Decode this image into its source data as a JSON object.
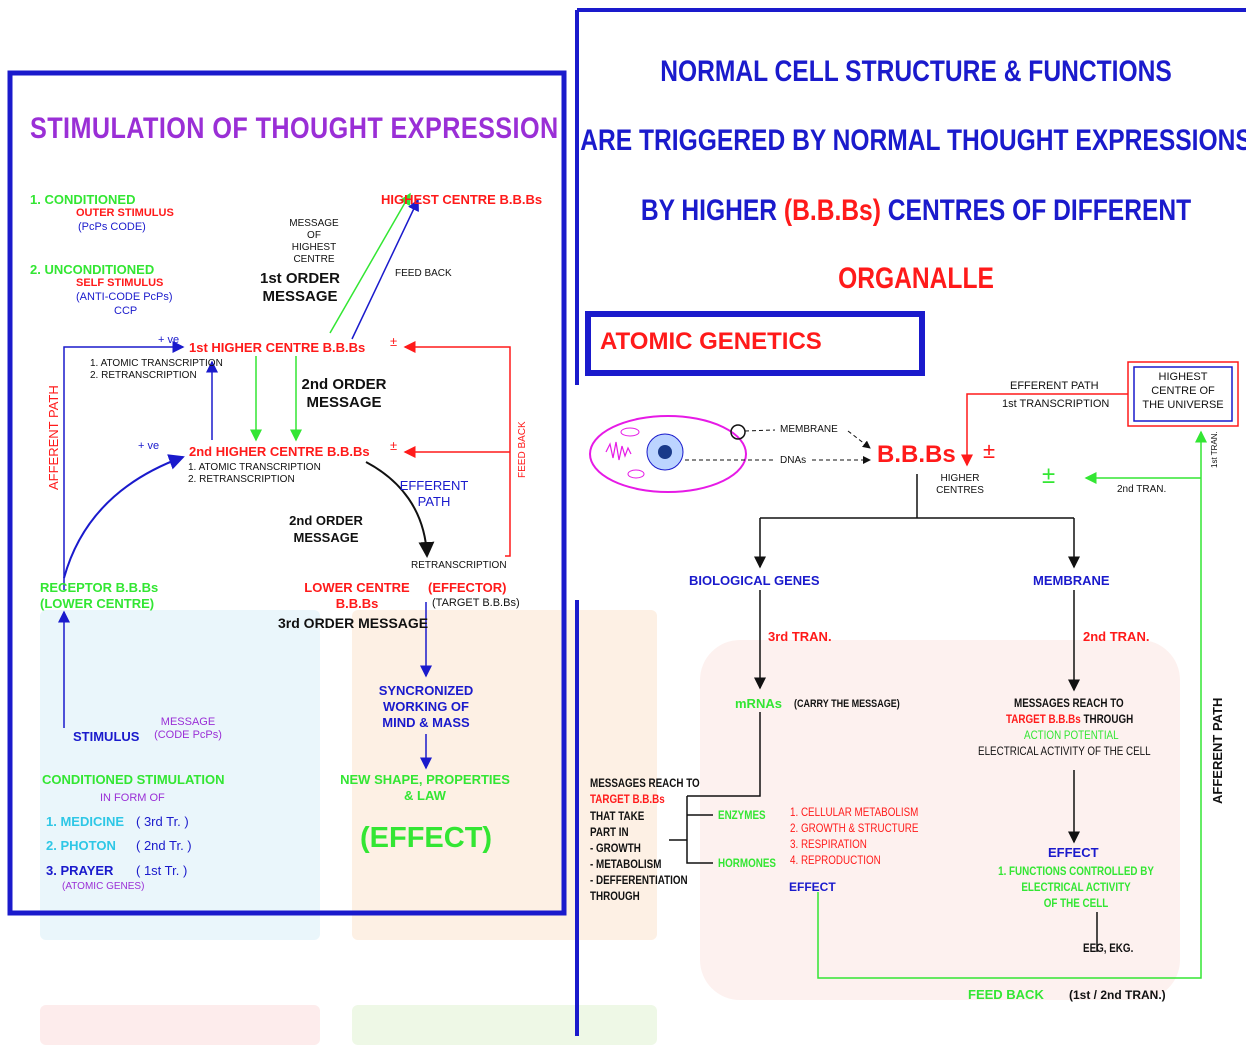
{
  "left_panel": {
    "title": "STIMULATION OF THOUGHT EXPRESSION",
    "conditioned": "1. CONDITIONED",
    "outer_stimulus": "OUTER STIMULUS",
    "pcps_code": "(PcPs CODE)",
    "unconditioned": "2. UNCONDITIONED",
    "self_stimulus": "SELF STIMULUS",
    "anti_code": "(ANTI-CODE PcPs)",
    "ccp": "CCP",
    "highest_centre": "HIGHEST CENTRE B.B.Bs",
    "message_of_highest_centre": [
      "MESSAGE OF",
      "HIGHEST",
      "CENTRE"
    ],
    "first_order_message": [
      "1st ORDER",
      "MESSAGE"
    ],
    "feed_back_top": "FEED BACK",
    "plus_ve_1": "+ ve",
    "first_higher_centre": "1st HIGHER CENTRE B.B.Bs",
    "plus_minus_1": "±",
    "atomic_transcription_1": "1. ATOMIC TRANSCRIPTION",
    "retranscription_1": "2. RETRANSCRIPTION",
    "second_order_message_a": [
      "2nd ORDER",
      "MESSAGE"
    ],
    "afferent_path": "AFFERENT PATH",
    "feed_back_side": "FEED BACK",
    "plus_ve_2": "+ ve",
    "second_higher_centre": "2nd HIGHER CENTRE B.B.Bs",
    "plus_minus_2": "±",
    "atomic_transcription_2": "1. ATOMIC TRANSCRIPTION",
    "retranscription_2": "2. RETRANSCRIPTION",
    "efferent_path": [
      "EFFERENT",
      "PATH"
    ],
    "second_order_message_b": [
      "2nd ORDER",
      "MESSAGE"
    ],
    "retranscription_low": "RETRANSCRIPTION",
    "receptor": [
      "RECEPTOR B.B.Bs",
      "(LOWER CENTRE)"
    ],
    "lower_centre": [
      "LOWER CENTRE",
      "B.B.Bs"
    ],
    "effector": "(EFFECTOR)",
    "target_bbbs": "(TARGET B.B.Bs)",
    "third_order_message": "3rd ORDER MESSAGE",
    "syncronized": [
      "SYNCRONIZED",
      "WORKING OF",
      "MIND & MASS"
    ],
    "message_code": [
      "MESSAGE",
      "(CODE PcPs)"
    ],
    "stimulus": "STIMULUS",
    "new_shape": [
      "NEW SHAPE, PROPERTIES",
      "& LAW"
    ],
    "conditioned_stimulation": "CONDITIONED STIMULATION",
    "in_form_of": "IN FORM OF",
    "medicine": "1. MEDICINE",
    "medicine_tr": "( 3rd Tr. )",
    "photon": "2. PHOTON",
    "photon_tr": "( 2nd Tr. )",
    "prayer": "3. PRAYER",
    "prayer_tr": "( 1st Tr. )",
    "atomic_genes": "(ATOMIC GENES)",
    "effect": "(EFFECT)"
  },
  "right_panel": {
    "heading_line1": "NORMAL CELL STRUCTURE & FUNCTIONS",
    "heading_line2": "ARE TRIGGERED BY NORMAL THOUGHT EXPRESSIONS",
    "heading_line3_a": "BY HIGHER ",
    "heading_line3_b": "(B.B.Bs)",
    "heading_line3_c": " CENTRES OF DIFFERENT",
    "heading_line4": "ORGANALLE",
    "atomic_genetics": "ATOMIC GENETICS",
    "membrane_label": "MEMBRANE",
    "dnas_label": "DNAs",
    "bbbs": "B.B.Bs",
    "plus_minus_a": "±",
    "higher_centres": [
      "HIGHER",
      "CENTRES"
    ],
    "efferent_path": "EFFERENT PATH",
    "first_transcription": "1st TRANSCRIPTION",
    "highest_centre_universe": [
      "HIGHEST",
      "CENTRE OF",
      "THE UNIVERSE"
    ],
    "first_tran_vertical": "1st TRAN.",
    "plus_minus_b": "±",
    "second_tran_top": "2nd TRAN.",
    "biological_genes": "BIOLOGICAL GENES",
    "membrane": "MEMBRANE",
    "third_tran": "3rd TRAN.",
    "second_tran": "2nd TRAN.",
    "mrnas": "mRNAs",
    "carry_message": "(CARRY THE MESSAGE)",
    "messages_reach_to_r": "MESSAGES REACH TO",
    "target_bbbs_through_a": "TARGET B.B.Bs",
    "target_bbbs_through_b": " THROUGH",
    "action_potential": "ACTION POTENTIAL",
    "electrical_activity": "ELECTRICAL ACTIVITY OF THE CELL",
    "afferent_path": "AFFERENT PATH",
    "messages_reach_to_l": "MESSAGES REACH TO",
    "target_bbbs_l": "TARGET B.B.Bs",
    "that_take": [
      "THAT TAKE",
      "PART IN",
      "- GROWTH",
      "- METABOLISM",
      "- DEFFERENTIATION",
      "THROUGH"
    ],
    "enzymes": "ENZYMES",
    "hormones": "HORMONES",
    "functions_list": [
      "1. CELLULAR METABOLISM",
      "2. GROWTH & STRUCTURE",
      "3. RESPIRATION",
      "4. REPRODUCTION"
    ],
    "effect_left": "EFFECT",
    "effect_right": "EFFECT",
    "functions_controlled": [
      "1. FUNCTIONS CONTROLLED BY",
      "ELECTRICAL ACTIVITY",
      "OF THE CELL"
    ],
    "eeg": "EEG, EKG.",
    "feed_back": "FEED BACK",
    "feed_back_tran": "(1st / 2nd TRAN.)"
  },
  "colors": {
    "frame_blue": "#1a1acc",
    "red": "#ff1a1a",
    "green": "#33e633",
    "purple": "#9a2fd6",
    "magenta": "#e61ae6"
  }
}
